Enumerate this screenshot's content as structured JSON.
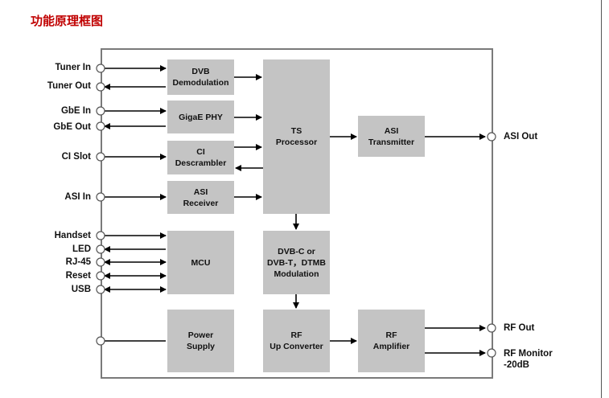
{
  "title": "功能原理框图",
  "blocks": {
    "dvb_demod": "DVB\nDemodulation",
    "gige_phy": "GigaE PHY",
    "ci_descrambler": "CI\nDescrambler",
    "asi_receiver": "ASI\nReceiver",
    "ts_processor": "TS\nProcessor",
    "asi_transmitter": "ASI\nTransmitter",
    "mcu": "MCU",
    "modulation": "DVB-C or\nDVB-T，DTMB\nModulation",
    "power_supply": "Power\nSupply",
    "rf_up_converter": "RF\nUp Converter",
    "rf_amplifier": "RF\nAmplifier"
  },
  "ports": {
    "tuner_in": "Tuner In",
    "tuner_out": "Tuner Out",
    "gbe_in": "GbE In",
    "gbe_out": "GbE Out",
    "ci_slot": "CI Slot",
    "asi_in": "ASI In",
    "handset": "Handset",
    "led": "LED",
    "rj45": "RJ-45",
    "reset": "Reset",
    "usb": "USB",
    "asi_out": "ASI Out",
    "rf_out": "RF Out",
    "rf_monitor": "RF Monitor\n-20dB"
  },
  "colors": {
    "title": "#c00000",
    "block": "#c4c4c4",
    "frame": "#7a7a7a",
    "line": "#000000"
  }
}
